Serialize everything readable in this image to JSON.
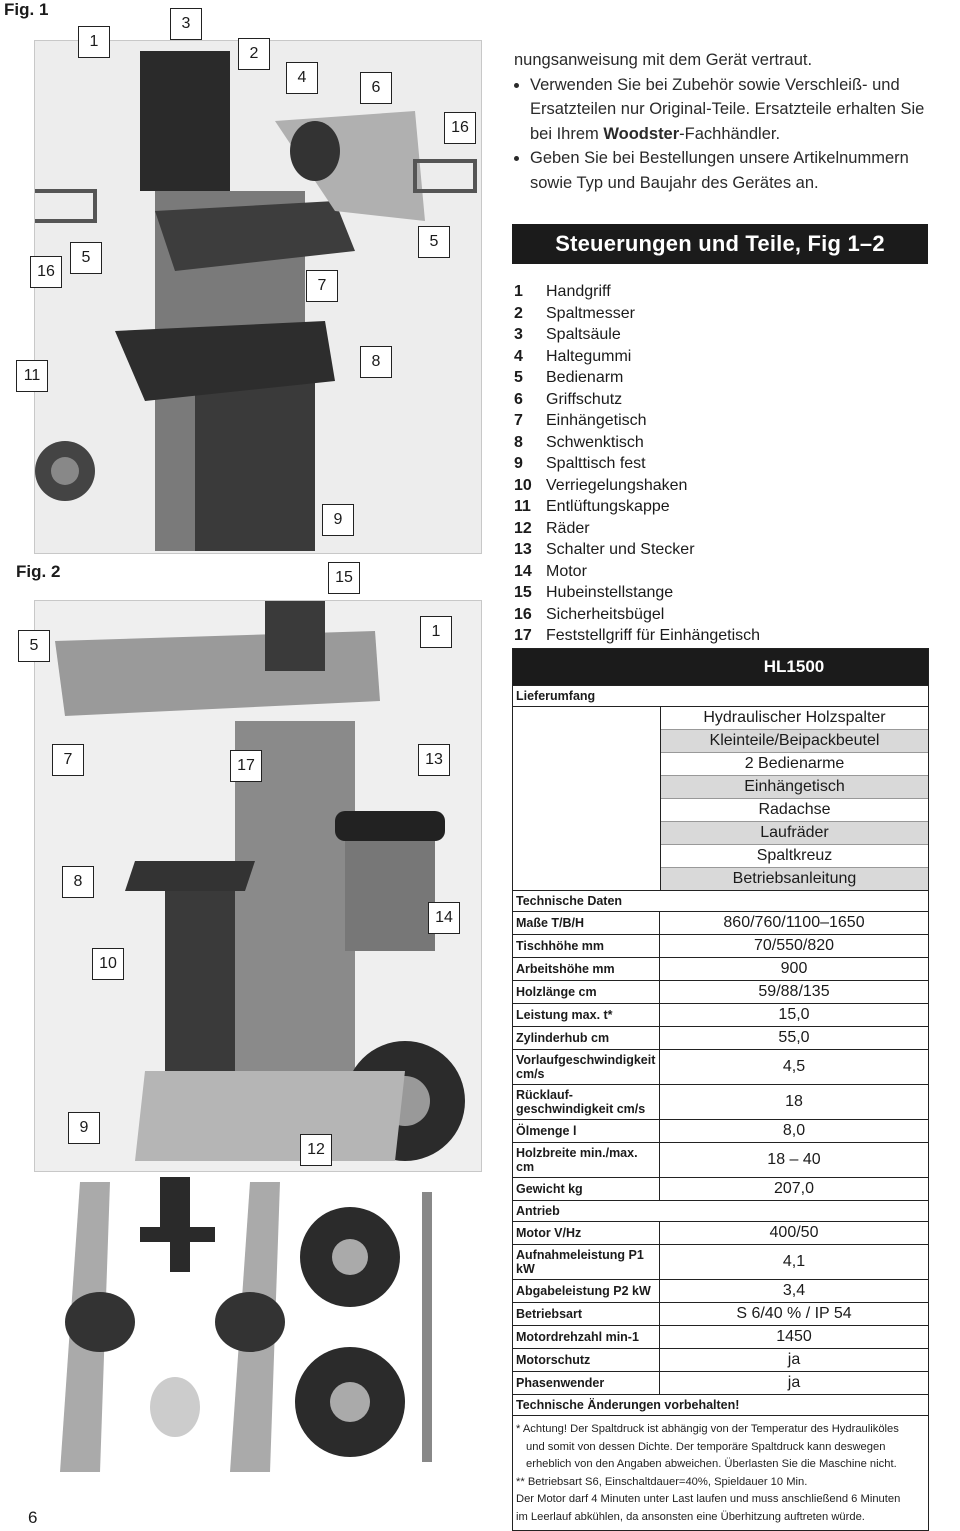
{
  "figures": {
    "fig1_label": "Fig. 1",
    "fig2_label": "Fig. 2",
    "fig1_callouts": [
      "1",
      "3",
      "2",
      "4",
      "6",
      "16",
      "16",
      "5",
      "5",
      "7",
      "8",
      "11",
      "9"
    ],
    "fig2_callouts": [
      "15",
      "5",
      "1",
      "7",
      "17",
      "13",
      "8",
      "14",
      "10",
      "9",
      "12"
    ]
  },
  "intro": {
    "line1": "nungsanweisung mit dem Gerät vertraut.",
    "bullet1": "Verwenden Sie bei Zubehör sowie Verschleiß- und Ersatzteilen nur Original-Teile. Ersatzteile erhalten Sie bei Ihrem ",
    "bullet1_brand": "Woodster",
    "bullet1_end": "-Fachhändler.",
    "bullet2": "Geben Sie bei Bestellungen unsere Artikelnummern sowie Typ und Baujahr des Gerätes an."
  },
  "section_title": "Steuerungen und Teile, Fig 1–2",
  "parts": [
    {
      "n": "1",
      "label": "Handgriff"
    },
    {
      "n": "2",
      "label": "Spaltmesser"
    },
    {
      "n": "3",
      "label": "Spaltsäule"
    },
    {
      "n": "4",
      "label": "Haltegummi"
    },
    {
      "n": "5",
      "label": "Bedienarm"
    },
    {
      "n": "6",
      "label": "Griffschutz"
    },
    {
      "n": "7",
      "label": "Einhängetisch"
    },
    {
      "n": "8",
      "label": "Schwenktisch"
    },
    {
      "n": "9",
      "label": "Spalttisch fest"
    },
    {
      "n": "10",
      "label": "Verriegelungshaken"
    },
    {
      "n": "11",
      "label": "Entlüftungskappe"
    },
    {
      "n": "12",
      "label": "Räder"
    },
    {
      "n": "13",
      "label": "Schalter und Stecker"
    },
    {
      "n": "14",
      "label": "Motor"
    },
    {
      "n": "15",
      "label": "Hubeinstellstange"
    },
    {
      "n": "16",
      "label": "Sicherheitsbügel"
    },
    {
      "n": "17",
      "label": "Feststellgriff für Einhängetisch"
    }
  ],
  "spec": {
    "model": "HL1500",
    "scope_label": "Lieferumfang",
    "scope_items": [
      "Hydraulischer Holzspalter",
      "Kleinteile/Beipackbeutel",
      "2 Bedienarme",
      "Einhängetisch",
      "Radachse",
      "Laufräder",
      "Spaltkreuz",
      "Betriebsanleitung"
    ],
    "tech_label": "Technische Daten",
    "rows": [
      {
        "k": "Maße T/B/H",
        "v": "860/760/1100–1650"
      },
      {
        "k": "Tischhöhe mm",
        "v": "70/550/820"
      },
      {
        "k": "Arbeitshöhe mm",
        "v": "900"
      },
      {
        "k": "Holzlänge cm",
        "v": "59/88/135"
      },
      {
        "k": "Leistung max. t*",
        "v": "15,0"
      },
      {
        "k": "Zylinderhub cm",
        "v": "55,0"
      },
      {
        "k": "Vorlaufgeschwindigkeit cm/s",
        "v": "4,5"
      },
      {
        "k": "Rücklauf-geschwindigkeit cm/s",
        "v": "18"
      },
      {
        "k": "Ölmenge l",
        "v": "8,0"
      },
      {
        "k": "Holzbreite min./max. cm",
        "v": "18 – 40"
      },
      {
        "k": "Gewicht kg",
        "v": "207,0"
      }
    ],
    "drive_label": "Antrieb",
    "drive_rows": [
      {
        "k": "Motor V/Hz",
        "v": "400/50"
      },
      {
        "k": "Aufnahmeleistung P1 kW",
        "v": "4,1"
      },
      {
        "k": "Abgabeleistung P2 kW",
        "v": "3,4"
      },
      {
        "k": "Betriebsart",
        "v": "S 6/40 % / IP 54"
      },
      {
        "k": "Motordrehzahl min-1",
        "v": "1450"
      },
      {
        "k": "Motorschutz",
        "v": "ja"
      },
      {
        "k": "Phasenwender",
        "v": "ja"
      }
    ],
    "changes_note": "Technische Änderungen vorbehalten!",
    "note1a": "* Achtung! Der Spaltdruck ist abhängig von der Temperatur des Hydrauliköles",
    "note1b": "und somit von dessen Dichte. Der temporäre Spaltdruck kann deswegen",
    "note1c": "erheblich von den Angaben abweichen.  Überlasten Sie die Maschine nicht.",
    "note2": "** Betriebsart S6, Einschaltdauer=40%, Spieldauer 10 Min.",
    "note3a": "Der Motor darf 4 Minuten unter Last laufen und muss anschließend 6 Minuten",
    "note3b": "im Leerlauf abkühlen, da ansonsten eine Überhitzung auftreten würde."
  },
  "page_number": "6"
}
